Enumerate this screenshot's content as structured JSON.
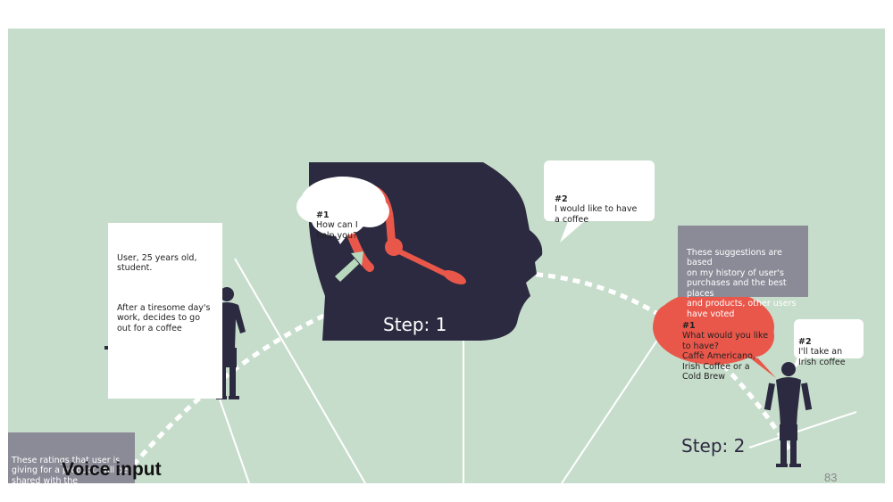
{
  "colors": {
    "background": "#c7ddcb",
    "dark": "#2c2a40",
    "accent_red": "#e9574b",
    "arrow_green": "#b8d8be",
    "grey_card": "#8b8a97"
  },
  "persona_card": {
    "line1": "User, 25 years old,\nstudent.",
    "line2": "After a tiresome day's\nwork, decides to go\nout for a coffee"
  },
  "head": {
    "step_label": "Step: 1"
  },
  "bubble_assistant": {
    "num": "#1",
    "text": "How can I\nhelp you?"
  },
  "bubble_user": {
    "num": "#2",
    "text": "I would like to have\na coffee"
  },
  "suggestions_card": {
    "text": "These suggestions are based\non my history of user's\npurchases and the best places\nand products, other users\nhave voted"
  },
  "bubble_suggest": {
    "num": "#1",
    "text": "What would you like\nto have?\nCaffè Americano,\nIrish Coffee or a\nCold Brew"
  },
  "bubble_reply": {
    "num": "#2",
    "text": "I'll take an\nIrish coffee"
  },
  "step2_label": "Step: 2",
  "ratings_card": {
    "text": "These ratings that user is\ngiving for a product, will be\nshared with the"
  },
  "voice_input_label": "Voice input",
  "page_number": "83"
}
